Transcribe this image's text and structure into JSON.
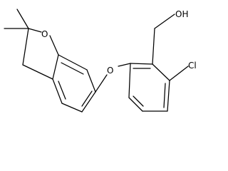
{
  "molecule": {
    "atom_labels": {
      "ring_oxygen": "O",
      "ether_oxygen": "O",
      "chlorine": "Cl",
      "hydroxyl": "OH"
    },
    "colors": {
      "bond": "#000000",
      "label": "#000000",
      "background": "#ffffff"
    }
  }
}
